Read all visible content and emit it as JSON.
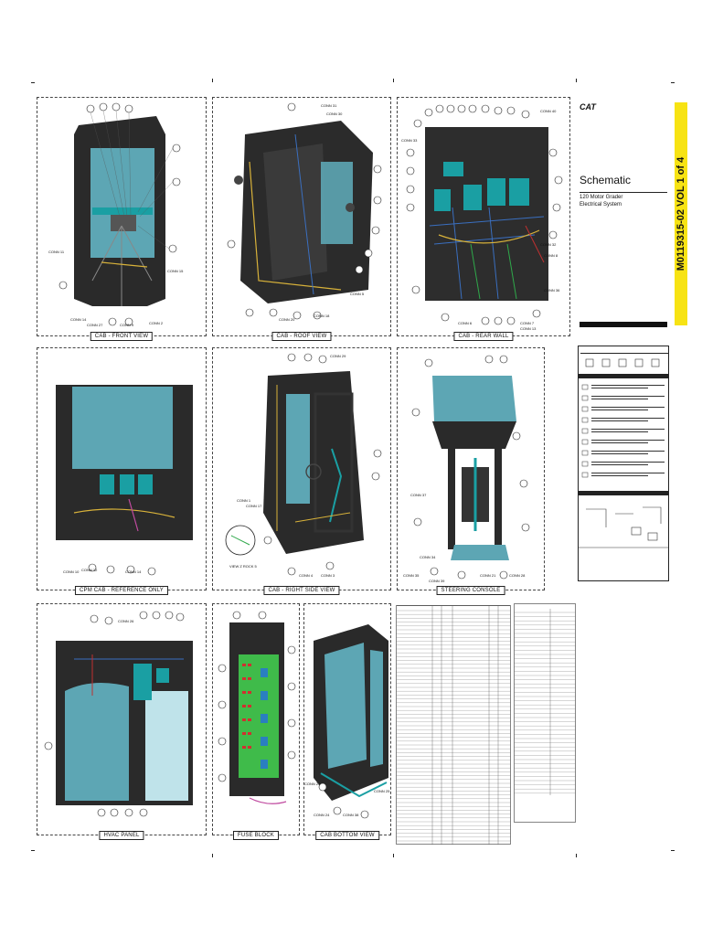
{
  "panels": {
    "front": {
      "caption": "CAB - FRONT VIEW",
      "labels": [
        "CONN 11",
        "CONN 15",
        "CONN 14",
        "CONN 27",
        "CONN 9",
        "CONN 2"
      ]
    },
    "roof": {
      "caption": "CAB - ROOF VIEW",
      "labels": [
        "CONN 31",
        "CONN 30",
        "CONN 5",
        "CONN 18",
        "CONN 20"
      ]
    },
    "rear": {
      "caption": "CAB - REAR WALL",
      "labels": [
        "CONN 40",
        "CONN 32",
        "CONN 33",
        "CONN 8",
        "CONN 36",
        "CONN 6",
        "CONN 7",
        "CONN 13"
      ]
    },
    "cpm": {
      "caption": "CPM CAB - REFERENCE ONLY",
      "labels": [
        "CONN 10",
        "CONN 12",
        "CONN 14"
      ]
    },
    "right": {
      "caption": "CAB - RIGHT SIDE VIEW",
      "labels": [
        "CONN 1",
        "CONN 17",
        "CONN 29",
        "CONN 4",
        "CONN 3",
        "VIEW Z ROCK 5"
      ]
    },
    "steering": {
      "caption": "STEERING CONSOLE",
      "labels": [
        "CONN 37",
        "CONN 34",
        "CONN 35",
        "CONN 39",
        "CONN 21",
        "CONN 28"
      ]
    },
    "hvac": {
      "caption": "HVAC PANEL",
      "labels": [
        "CONN 26"
      ]
    },
    "fuse": {
      "caption": "FUSE BLOCK",
      "labels": []
    },
    "bottom": {
      "caption": "CAB BOTTOM VIEW",
      "labels": [
        "CONN 23",
        "CONN 24",
        "CONN 38",
        "CONN 25"
      ]
    }
  },
  "title_block": {
    "logo": "CAT",
    "title": "Schematic",
    "subtitle1": "120 Motor Grader",
    "subtitle2": "Electrical System",
    "volume": "M0119315-02 VOL 1 of 4"
  },
  "colors": {
    "yellow": "#f7e314",
    "cab_glass": "#5da6b4",
    "teal": "#1a9fa3",
    "harness": "#d8b23a",
    "fuse_green": "#3fbb4a"
  }
}
